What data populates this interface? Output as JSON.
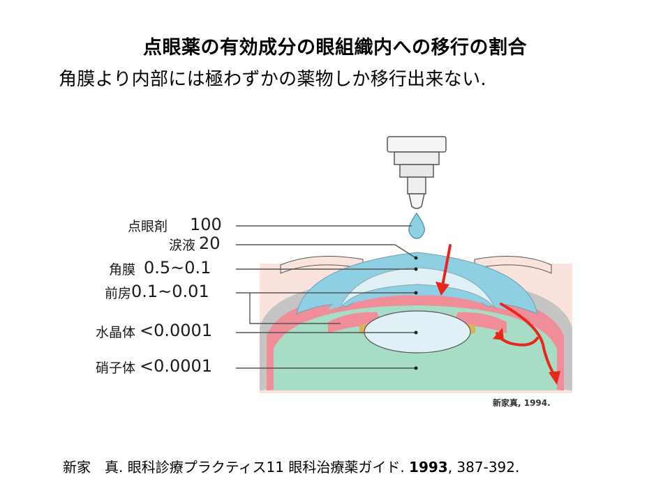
{
  "title": "点眼薬の有効成分の眼組織内への移行の割合",
  "subtitle": "角膜より内部には極わずかの薬物しか移行出来ない.",
  "diagram": {
    "labels": [
      {
        "name": "点眼剤",
        "value": "100"
      },
      {
        "name": "涙液",
        "value": "20"
      },
      {
        "name": "角膜",
        "value": "0.5~0.1"
      },
      {
        "name": "前房",
        "value": "0.1~0.01"
      },
      {
        "name": "水晶体",
        "value": "<0.0001"
      },
      {
        "name": "硝子体",
        "value": "<0.0001"
      }
    ],
    "credit": "新家真, 1994.",
    "colors": {
      "tear": "#8ecfe3",
      "cornea": "#dff1f6",
      "iris": "#ef8e98",
      "sclera": "#c5c5c5",
      "vitreous": "#a7dcc5",
      "skin": "#fae3dc",
      "arrow": "#e8261a"
    }
  },
  "citation": {
    "authors": "新家　真.",
    "source": "眼科診療プラクティス11 眼科治療薬ガイド.",
    "year": "1993",
    "pages": ", 387-392."
  }
}
